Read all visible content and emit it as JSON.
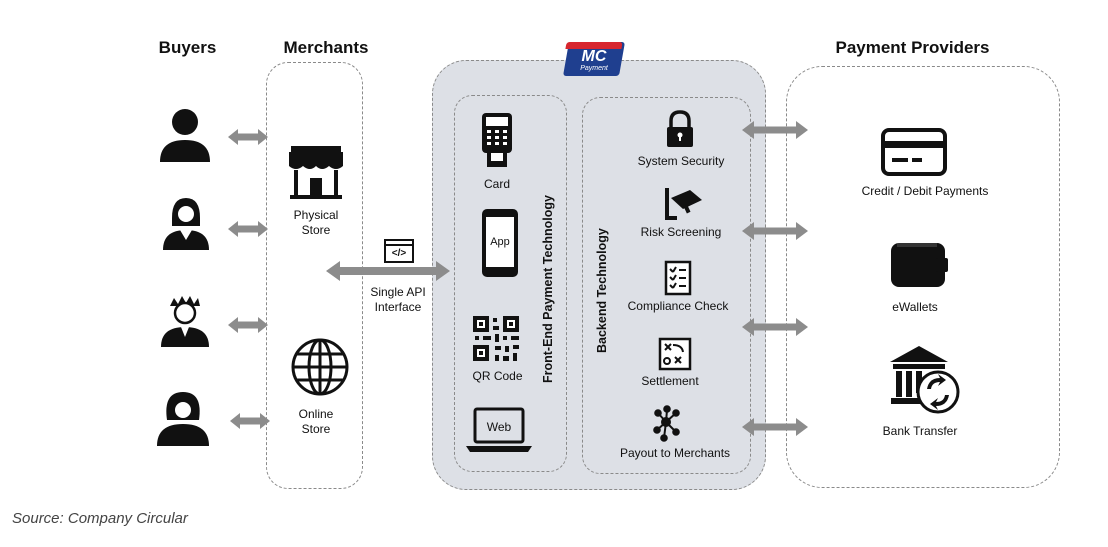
{
  "headings": {
    "buyers": "Buyers",
    "merchants": "Merchants",
    "payment_providers": "Payment Providers"
  },
  "logo": {
    "line1": "MC",
    "line2": "Payment"
  },
  "merchants": {
    "physical": "Physical\nStore",
    "online": "Online\nStore"
  },
  "api": {
    "label": "Single API\nInterface",
    "icon": "</>"
  },
  "frontend": {
    "title": "Front-End  Payment Technology",
    "items": [
      "Card",
      "App",
      "QR Code",
      "Web"
    ]
  },
  "backend": {
    "title": "Backend Technology",
    "items": [
      "System Security",
      "Risk Screening",
      "Compliance Check",
      "Settlement",
      "Payout to Merchants"
    ]
  },
  "providers": [
    "Credit / Debit Payments",
    "eWallets",
    "Bank Transfer"
  ],
  "source": "Source: Company Circular",
  "colors": {
    "arrow": "#8c8c8c",
    "panel": "#dde0e6",
    "logo_red": "#d7262e",
    "logo_blue": "#1f3f8f"
  }
}
